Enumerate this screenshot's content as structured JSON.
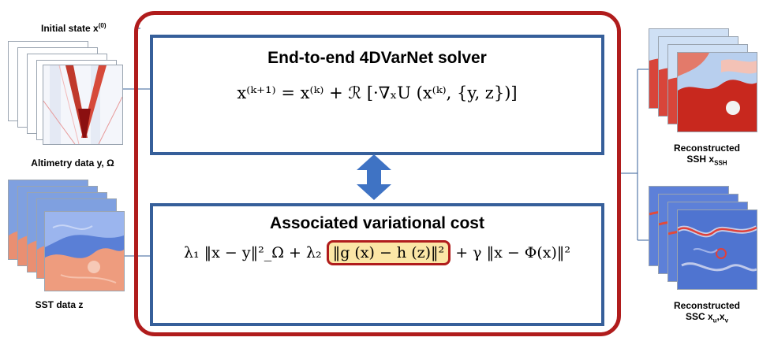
{
  "left": {
    "initial_state_label": "Initial state x",
    "initial_state_sup": "(0)",
    "altimetry_label": "Altimetry data y, Ω",
    "sst_label": "SST data z"
  },
  "center": {
    "solver": {
      "title": "End-to-end 4DVarNet solver",
      "equation": "x⁽ᵏ⁺¹⁾ = x⁽ᵏ⁾ + ℛ [·∇ₓU (x⁽ᵏ⁾, {y, z})]"
    },
    "cost": {
      "title": "Associated variational cost",
      "term1": "λ₁ ‖x − y‖²_Ω + λ₂",
      "term_highlight": "‖g (x) − h (z)‖²",
      "term3": "+ γ ‖x − Φ(x)‖²"
    }
  },
  "right": {
    "ssh_label_line1": "Reconstructed",
    "ssh_label_line2": "SSH x",
    "ssh_sub": "SSH",
    "ssc_label_line1": "Reconstructed",
    "ssc_label_line2": "SSC x",
    "ssc_sub": "u",
    "ssc_sub2": "x",
    "ssc_sub3": "v"
  },
  "colors": {
    "frame": "#b01c1c",
    "box_border": "#365f9a",
    "arrow": "#3f73c4",
    "highlight": "#fbe6a6"
  }
}
